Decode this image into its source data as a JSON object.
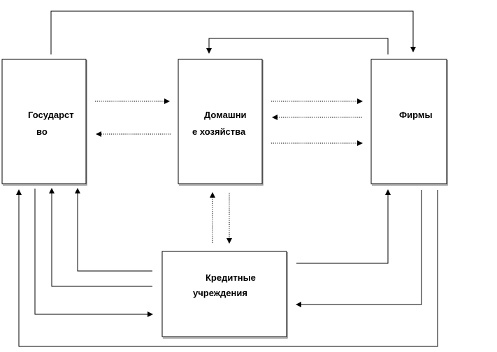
{
  "nodes": {
    "government": {
      "label_line1": "Государст",
      "label_line2": "во"
    },
    "households": {
      "label_line1": "Домашни",
      "label_line2": "е хозяйства"
    },
    "firms": {
      "label_line1": "Фирмы"
    },
    "credit": {
      "label_line1": "Кредитные",
      "label_line2": "учреждения"
    }
  }
}
